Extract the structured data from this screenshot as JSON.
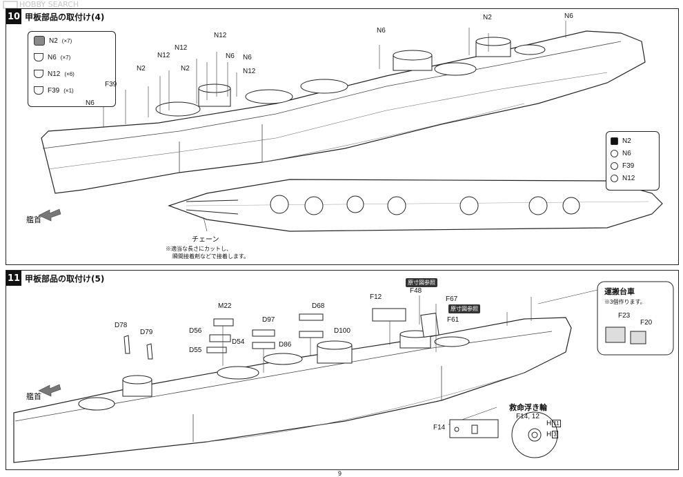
{
  "watermark": "HOBBY SEARCH",
  "step10": {
    "number": "10",
    "title": "甲板部品の取付け(4)",
    "legend_parts": [
      {
        "code": "N2",
        "qty": "(×7)"
      },
      {
        "code": "N6",
        "qty": "(×7)"
      },
      {
        "code": "N12",
        "qty": "(×6)"
      },
      {
        "code": "F39",
        "qty": "(×1)"
      }
    ],
    "labels": [
      "N12",
      "N12",
      "N12",
      "N6",
      "N6",
      "N12",
      "N2",
      "N2",
      "F39",
      "N6",
      "N6",
      "N2",
      "N6"
    ],
    "color_legend": [
      {
        "code": "N2",
        "style": "solid"
      },
      {
        "code": "N6",
        "style": "circle"
      },
      {
        "code": "F39",
        "style": "circle"
      },
      {
        "code": "N12",
        "style": "circle"
      }
    ],
    "bow": "艦首",
    "chain": "チェーン",
    "note_line1": "※適当な長さにカットし、",
    "note_line2": "瞬間接着剤などで接着します。"
  },
  "step11": {
    "number": "11",
    "title": "甲板部品の取付け(5)",
    "labels": [
      "M22",
      "D68",
      "D97",
      "D56",
      "D54",
      "D86",
      "D55",
      "D100",
      "D78",
      "D79",
      "F12",
      "F48",
      "F67",
      "F61",
      "F14"
    ],
    "ref_tag_1": "原寸図参照",
    "ref_tag_2": "原寸図参照",
    "cart_title": "運搬台車",
    "cart_note": "※3個作ります。",
    "cart_parts": [
      "F23",
      "F20"
    ],
    "lifebuoy_title": "救命浮き輪",
    "lifebuoy_parts": "F14, 12",
    "lifebuoy_h1": "H",
    "lifebuoy_h1_num": "11",
    "lifebuoy_h2": "H",
    "lifebuoy_h2_num": "3",
    "bow": "艦首"
  },
  "page_number": "9"
}
